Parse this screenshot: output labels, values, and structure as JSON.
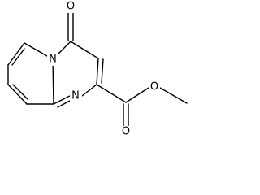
{
  "molecule": {
    "ring_nitrogen": "N",
    "bridgehead_nitrogen": "N",
    "keto_oxygen": "O",
    "carbonyl_oxygen": "O",
    "ester_oxygen": "O"
  },
  "colors": {
    "bond": "#000000",
    "label": "#000000",
    "background": "#ffffff"
  }
}
